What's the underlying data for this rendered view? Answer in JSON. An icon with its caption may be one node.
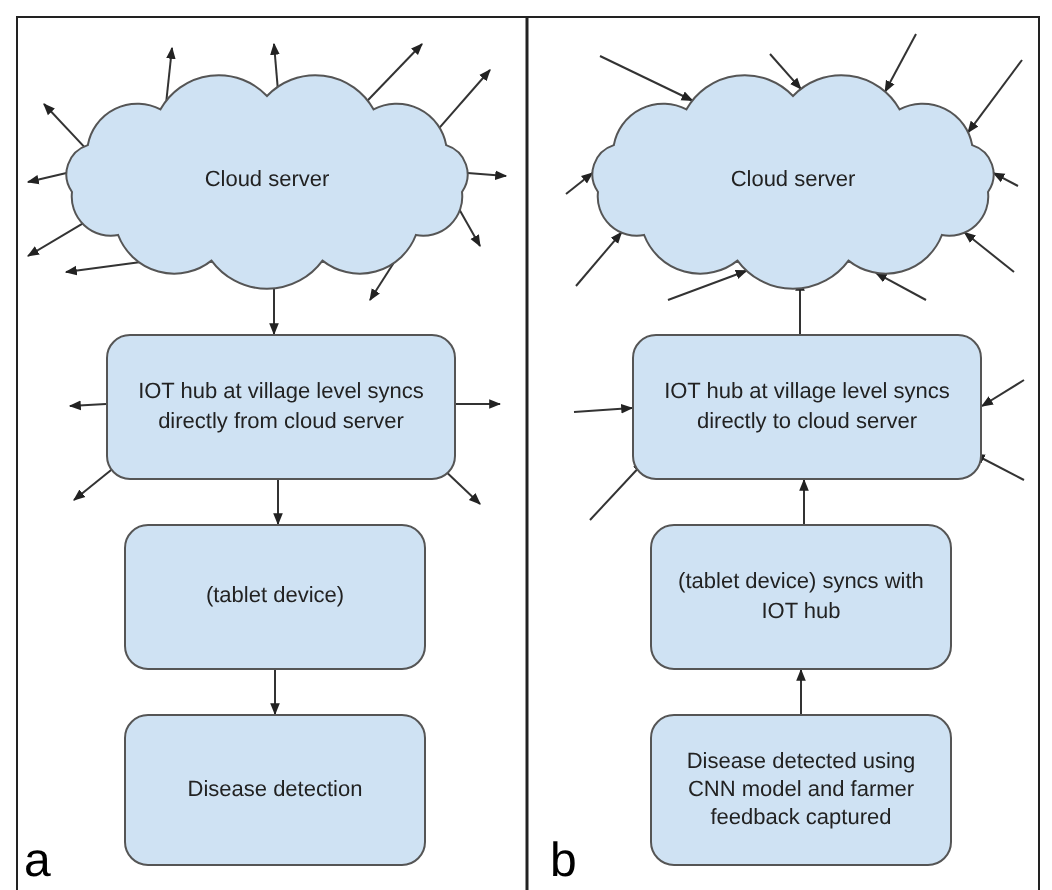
{
  "diagram": {
    "nodes": [
      {
        "text": [
          "Cloud server"
        ]
      },
      {
        "text": [
          "IOT hub at village level syncs directly from cloud server"
        ]
      },
      {
        "text": [
          "(tablet device)"
        ]
      },
      {
        "text": [
          "Disease detection"
        ]
      },
      {
        "text": [
          "Cloud server"
        ]
      },
      {
        "text": [
          "IOT hub at village level syncs directly to cloud server"
        ]
      },
      {
        "text": [
          "(tablet device) syncs with IOT hub"
        ]
      },
      {
        "text": [
          "Disease detected using CNN model and farmer feedback captured"
        ]
      }
    ],
    "edges": [
      {
        "from": 0,
        "to": 1,
        "arrow": "to"
      },
      {
        "from": 1,
        "to": 2,
        "arrow": "to"
      },
      {
        "from": 2,
        "to": 3,
        "arrow": "to"
      },
      {
        "from": 0,
        "to": null,
        "arrow": "to"
      },
      {
        "from": 0,
        "to": null,
        "arrow": "to"
      },
      {
        "from": 0,
        "to": null,
        "arrow": "to"
      },
      {
        "from": 0,
        "to": null,
        "arrow": "to"
      },
      {
        "from": 0,
        "to": null,
        "arrow": "to"
      },
      {
        "from": 0,
        "to": null,
        "arrow": "to"
      },
      {
        "from": 0,
        "to": null,
        "arrow": "to"
      },
      {
        "from": 0,
        "to": null,
        "arrow": "to"
      },
      {
        "from": 0,
        "to": null,
        "arrow": "to"
      },
      {
        "from": 0,
        "to": null,
        "arrow": "to"
      },
      {
        "from": 0,
        "to": null,
        "arrow": "to"
      },
      {
        "from": 1,
        "to": null,
        "arrow": "to"
      },
      {
        "from": 1,
        "to": null,
        "arrow": "to"
      },
      {
        "from": 1,
        "to": null,
        "arrow": "to"
      },
      {
        "from": 1,
        "to": null,
        "arrow": "to"
      },
      {
        "from": 5,
        "to": 4,
        "arrow": "to"
      },
      {
        "from": 6,
        "to": 5,
        "arrow": "to"
      },
      {
        "from": 7,
        "to": 6,
        "arrow": "to"
      },
      {
        "from": null,
        "to": 4,
        "arrow": "to"
      },
      {
        "from": null,
        "to": 4,
        "arrow": "to"
      },
      {
        "from": null,
        "to": 4,
        "arrow": "to"
      },
      {
        "from": null,
        "to": 4,
        "arrow": "to"
      },
      {
        "from": null,
        "to": 4,
        "arrow": "to"
      },
      {
        "from": null,
        "to": 4,
        "arrow": "to"
      },
      {
        "from": null,
        "to": 4,
        "arrow": "to"
      },
      {
        "from": null,
        "to": 4,
        "arrow": "to"
      },
      {
        "from": null,
        "to": 4,
        "arrow": "to"
      },
      {
        "from": null,
        "to": 4,
        "arrow": "to"
      },
      {
        "from": null,
        "to": 5,
        "arrow": "to"
      },
      {
        "from": null,
        "to": 5,
        "arrow": "to"
      },
      {
        "from": null,
        "to": 5,
        "arrow": "to"
      },
      {
        "from": null,
        "to": 5,
        "arrow": "to"
      }
    ],
    "labels": [
      "a",
      "b"
    ]
  }
}
